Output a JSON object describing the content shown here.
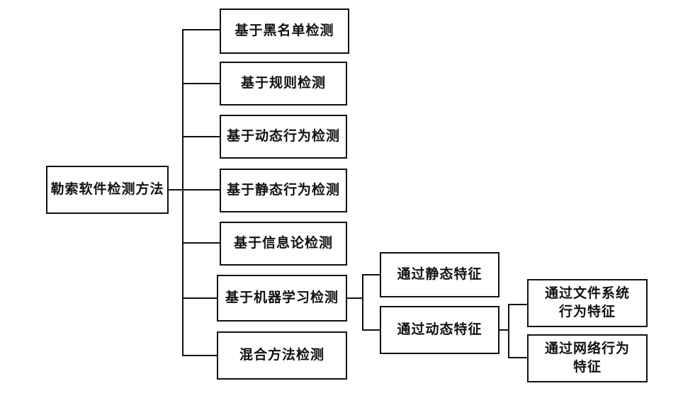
{
  "root": {
    "label": "勒索软件检测方法"
  },
  "methods": [
    {
      "label": "基于黑名单检测"
    },
    {
      "label": "基于规则检测"
    },
    {
      "label": "基于动态行为检测"
    },
    {
      "label": "基于静态行为检测"
    },
    {
      "label": "基于信息论检测"
    },
    {
      "label": "基于机器学习检测"
    },
    {
      "label": "混合方法检测"
    }
  ],
  "ml_branches": [
    {
      "label": "通过静态特征"
    },
    {
      "label": "通过动态特征"
    }
  ],
  "dynamic_branches": [
    {
      "line1": "通过文件系统",
      "line2": "行为特征"
    },
    {
      "line1": "通过网络行为",
      "line2": "特征"
    }
  ]
}
